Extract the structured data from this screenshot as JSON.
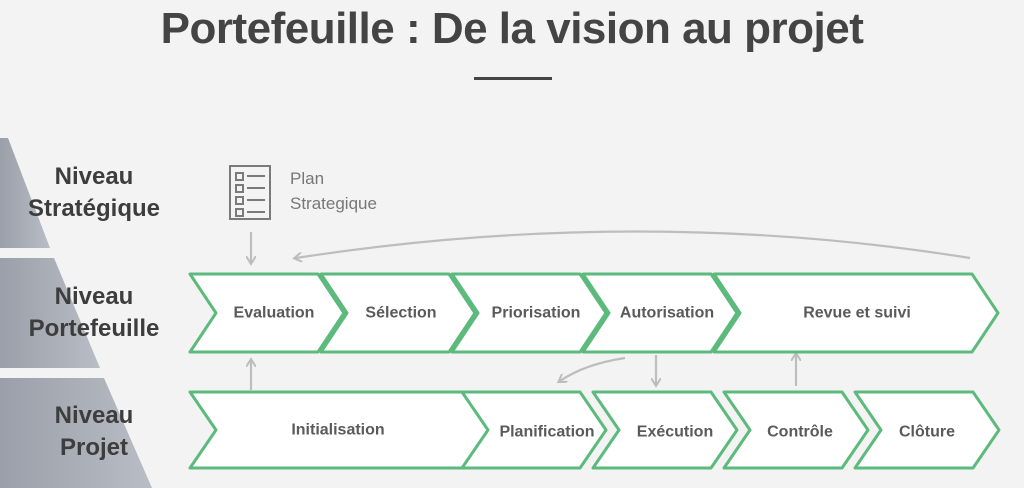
{
  "title": "Portefeuille : De la vision au projet",
  "colors": {
    "background": "#f3f3f3",
    "chevron_stroke": "#5dba7d",
    "chevron_fill": "#ffffff",
    "text": "#444444",
    "pyramid": "#a9aeb8",
    "arrow": "#bdbdbd"
  },
  "levels": [
    {
      "id": "strategique",
      "label_line1": "Niveau",
      "label_line2": "Stratégique"
    },
    {
      "id": "portefeuille",
      "label_line1": "Niveau",
      "label_line2": "Portefeuille"
    },
    {
      "id": "projet",
      "label_line1": "Niveau",
      "label_line2": "Projet"
    }
  ],
  "plan": {
    "icon": "checklist-icon",
    "line1": "Plan",
    "line2": "Strategique"
  },
  "portfolio_steps": [
    "Evaluation",
    "Sélection",
    "Priorisation",
    "Autorisation",
    "Revue et suivi"
  ],
  "project_steps": [
    "Initialisation",
    "Planification",
    "Exécution",
    "Contrôle",
    "Clôture"
  ]
}
